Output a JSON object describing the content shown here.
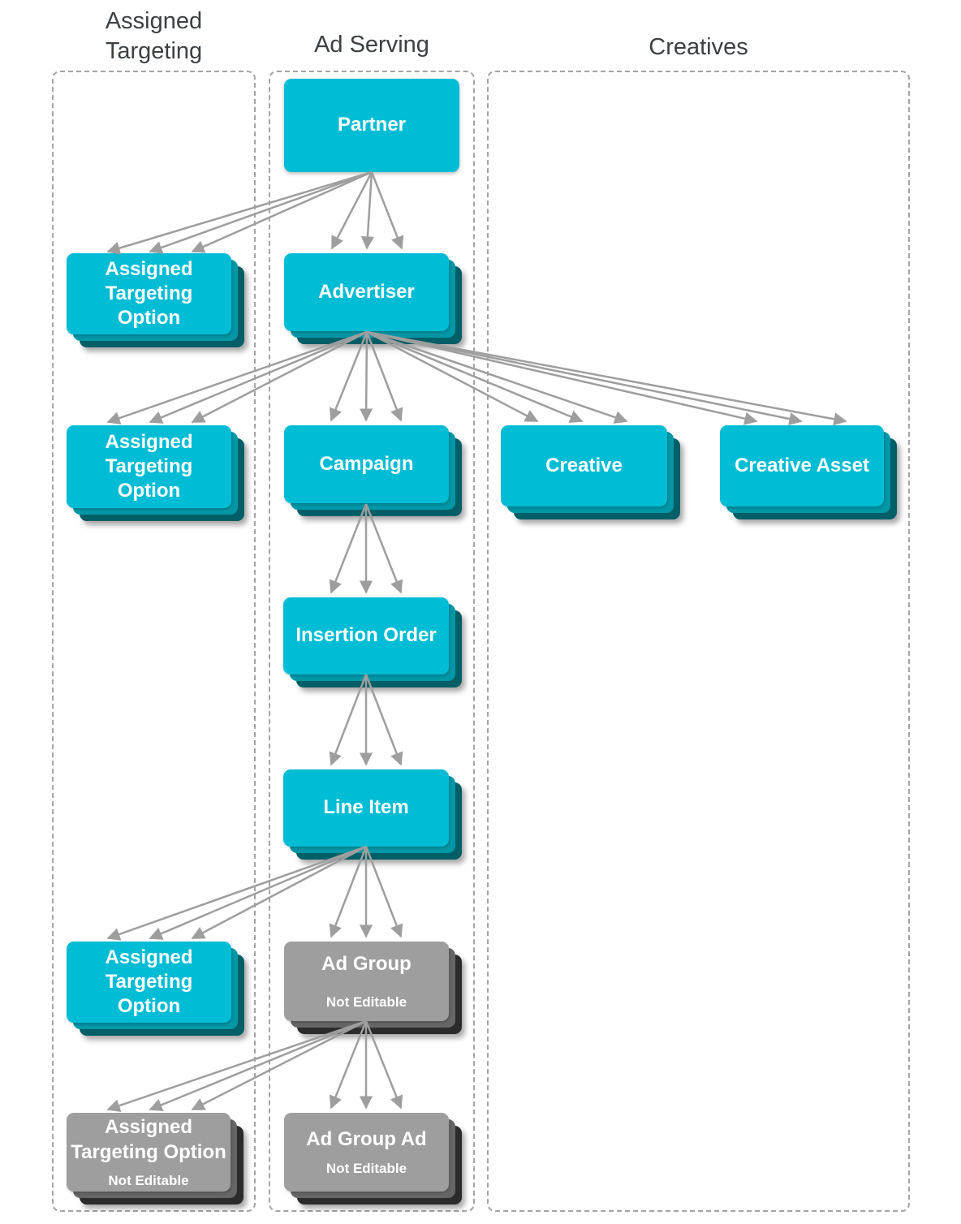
{
  "columns": {
    "left": {
      "title": "Assigned\nTargeting"
    },
    "middle": {
      "title": "Ad Serving"
    },
    "right": {
      "title": "Creatives"
    }
  },
  "nodes": {
    "partner": {
      "label": "Partner",
      "editable": true
    },
    "ato_partner": {
      "label": "Assigned\nTargeting\nOption",
      "editable": true
    },
    "advertiser": {
      "label": "Advertiser",
      "editable": true
    },
    "ato_advertiser": {
      "label": "Assigned\nTargeting\nOption",
      "editable": true
    },
    "campaign": {
      "label": "Campaign",
      "editable": true
    },
    "creative": {
      "label": "Creative",
      "editable": true
    },
    "creative_asset": {
      "label": "Creative Asset",
      "editable": true
    },
    "insertion_order": {
      "label": "Insertion Order",
      "editable": true
    },
    "line_item": {
      "label": "Line Item",
      "editable": true
    },
    "ato_line_item": {
      "label": "Assigned\nTargeting\nOption",
      "editable": true
    },
    "ad_group": {
      "label": "Ad Group",
      "sublabel": "Not Editable",
      "editable": false
    },
    "ato_ad_group": {
      "label": "Assigned\nTargeting Option",
      "sublabel": "Not Editable",
      "editable": false
    },
    "ad_group_ad": {
      "label": "Ad Group Ad",
      "sublabel": "Not Editable",
      "editable": false
    }
  },
  "edges": [
    {
      "from": "partner",
      "to": "ato_partner"
    },
    {
      "from": "partner",
      "to": "advertiser"
    },
    {
      "from": "advertiser",
      "to": "ato_advertiser"
    },
    {
      "from": "advertiser",
      "to": "campaign"
    },
    {
      "from": "advertiser",
      "to": "creative"
    },
    {
      "from": "advertiser",
      "to": "creative_asset"
    },
    {
      "from": "campaign",
      "to": "insertion_order"
    },
    {
      "from": "insertion_order",
      "to": "line_item"
    },
    {
      "from": "line_item",
      "to": "ato_line_item"
    },
    {
      "from": "line_item",
      "to": "ad_group"
    },
    {
      "from": "ad_group",
      "to": "ato_ad_group"
    },
    {
      "from": "ad_group",
      "to": "ad_group_ad"
    }
  ],
  "colors": {
    "node_editable_face": "#00bcd4",
    "node_editable_layer2": "#0097a7",
    "node_editable_layer3": "#005e66",
    "node_not_editable_face": "#9e9e9e",
    "node_not_editable_layer2": "#666666",
    "node_not_editable_layer3": "#2b2b2b",
    "arrow": "#9e9e9e",
    "column_border": "#a4a4a4",
    "title_text": "#3c4043",
    "node_text": "#ffffff"
  }
}
